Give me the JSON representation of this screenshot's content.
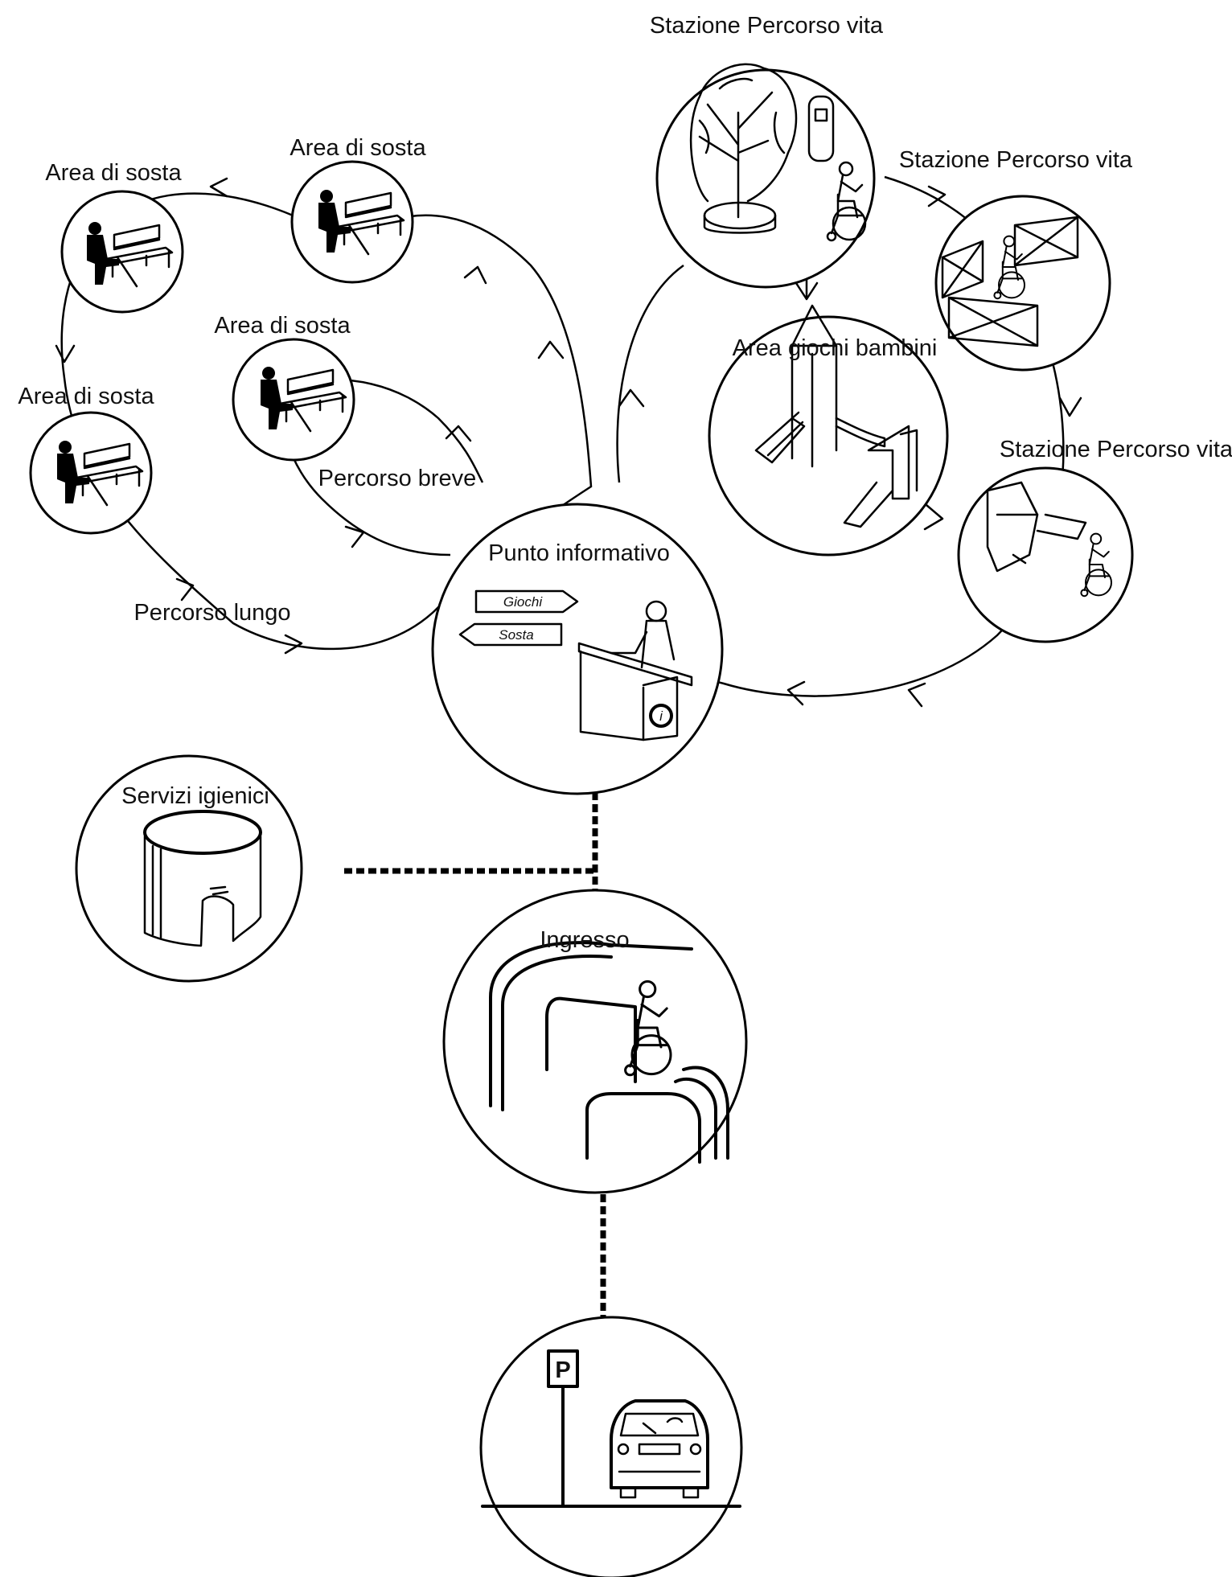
{
  "nodes": {
    "stazione_top": "Stazione Percorso vita",
    "stazione_right_top": "Stazione Percorso vita",
    "stazione_right_bottom": "Stazione Percorso vita",
    "area_giochi": "Area giochi bambini",
    "area_sosta_1": "Area di sosta",
    "area_sosta_2": "Area di sosta",
    "area_sosta_3": "Area di sosta",
    "area_sosta_4": "Area di sosta",
    "punto_informativo": "Punto informativo",
    "servizi_igienici": "Servizi igienici",
    "ingresso": "Ingresso"
  },
  "route_labels": {
    "percorso_breve": "Percorso breve",
    "percorso_lungo": "Percorso lungo"
  },
  "signs": {
    "giochi": "Giochi",
    "sosta": "Sosta",
    "parking": "P"
  },
  "icons": {
    "bench": "bench-with-person-icon",
    "tree": "tree-icon",
    "wheelchair": "wheelchair-user-icon",
    "fence": "fence-icon",
    "playground": "playground-icon",
    "info_desk": "info-desk-icon",
    "toilet": "toilet-kiosk-icon",
    "ramp": "ramp-handrail-icon",
    "car": "car-icon"
  }
}
